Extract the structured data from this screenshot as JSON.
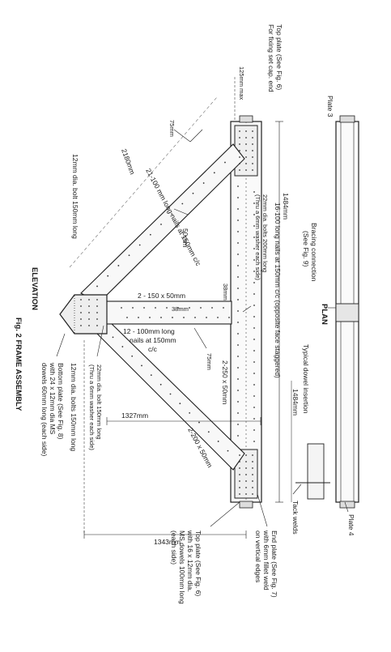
{
  "figure": {
    "caption": "Fig. 2 FRAME ASSEMBLY",
    "elevation_label": "ELEVATION",
    "plan_label": "PLAN"
  },
  "plan": {
    "plate3": "Plate 3",
    "plate4": "Plate 4",
    "bracing_connection": [
      "Bracing connection",
      "(See Fig. 9)"
    ],
    "typical_dowel": "Typical dowel insertion",
    "dim_1484": "1484mm",
    "tack_welds": "Tack welds"
  },
  "elevation": {
    "top_plate_fixing": [
      "Top plate (See Fig. 6)",
      "For fixing set cap. end"
    ],
    "dim_125": "125mm max",
    "dim_75": "75mm",
    "dim_2180": "2180mm",
    "bolt_12": "12mm dia. bolt 150mm long",
    "nails_21": [
      "21-100 mm long nails at 150mm c/c"
    ],
    "dim_50": "50mm",
    "dim_1484": "1484mm",
    "nails_16": "16-100 long nails at 150mm c/c (opposite face staggered)",
    "bolts_22": [
      "22mm dia. bolts 200mm long",
      "(Thru a 6mm washer each side)"
    ],
    "dim_38a": "38mm",
    "dim_38b": "38mm",
    "member_150": "2 - 150 x 50mm",
    "nails_12": [
      "12 - 100mm long",
      "nails at 150mm",
      "c/c"
    ],
    "dim_75b": "75mm",
    "member_250": "2-250 x 50mm",
    "member_200": "2-200 x 50mm",
    "dim_1327": "1327mm",
    "dim_1343": "1343mm",
    "bolts_22b": [
      "22mm dia. bolt 150mm long",
      "(Thru a 6mm washer each side)"
    ],
    "bolt_12b": "12mm dia. bolts 150mm long",
    "bottom_plate": [
      "Bottom plate (See Fig. 8)",
      "with 24 x 12mm dia MS",
      "dowels 60mm long (each side)"
    ],
    "top_plate_bottom": [
      "Top plate (See Fig. 6)",
      "with 16 x 12mm dia.",
      "MS dowels 100mm long",
      "(each side)"
    ],
    "end_plate": [
      "End plate (See Fig. 7)",
      "with 6mm fillet weld",
      "on vertical edges"
    ]
  }
}
